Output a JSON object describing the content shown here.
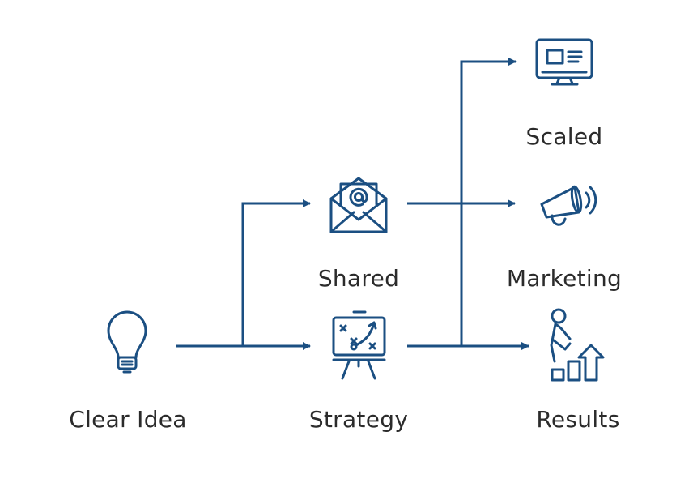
{
  "colors": {
    "accent": "#1b4f82",
    "text": "#2b2b2b"
  },
  "nodes": {
    "clear_idea": {
      "label": "Clear Idea",
      "icon": "lightbulb-icon"
    },
    "shared": {
      "label": "Shared",
      "icon": "email-envelope-icon"
    },
    "strategy": {
      "label": "Strategy",
      "icon": "strategy-board-icon"
    },
    "scaled": {
      "label": "Scaled",
      "icon": "monitor-icon"
    },
    "marketing": {
      "label": "Marketing",
      "icon": "megaphone-icon"
    },
    "results": {
      "label": "Results",
      "icon": "growth-steps-icon"
    }
  }
}
